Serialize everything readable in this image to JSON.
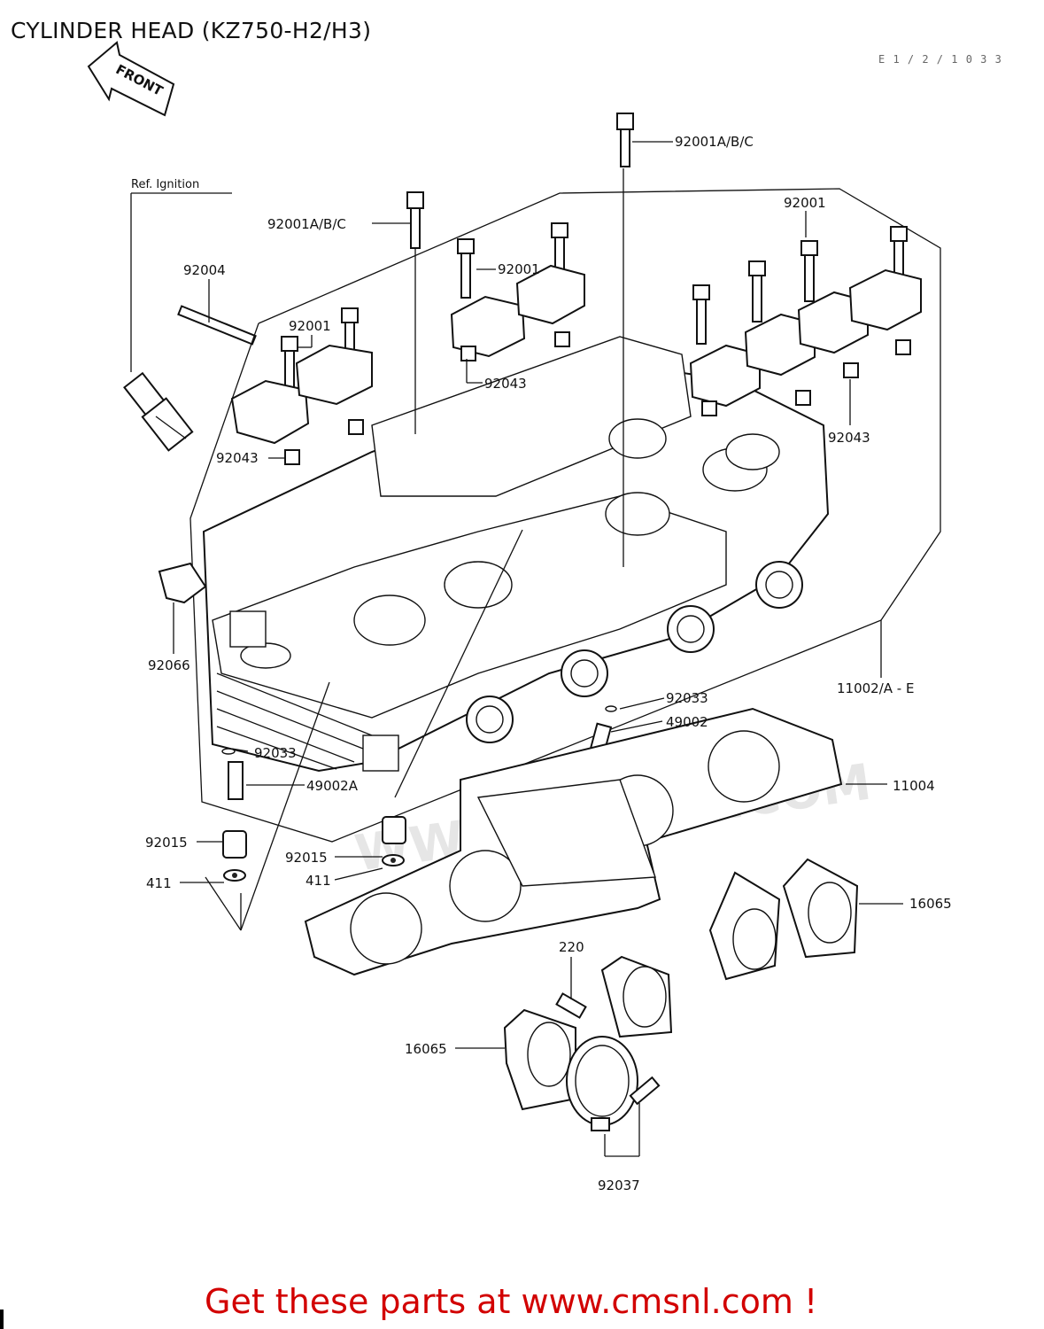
{
  "title": "CYLINDER HEAD (KZ750-H2/H3)",
  "figure_code": "E 1 / 2 / 1 0 3 3",
  "front_arrow_label": "FRONT",
  "ref_label": "Ref.  Ignition",
  "watermark": "WWW.CMSNL.COM",
  "footer_text": "Get these parts at www.cmsnl.com !",
  "colors": {
    "footer": "#d20000",
    "line": "#111111"
  },
  "callouts": {
    "c92001abc_top": "92001A/B/C",
    "c92001abc_left": "92001A/B/C",
    "c92001_right": "92001",
    "c92004": "92004",
    "c92001_mid": "92001",
    "c92001_left": "92001",
    "c92043_mid": "92043",
    "c92043_left": "92043",
    "c92043_right": "92043",
    "c92066": "92066",
    "c11002": "11002/A - E",
    "c92033_right": "92033",
    "c49002": "49002",
    "c92033_left": "92033",
    "c49002A": "49002A",
    "c11004": "11004",
    "c92015_left": "92015",
    "c92015_mid": "92015",
    "c411_left": "411",
    "c411_mid": "411",
    "c16065_right": "16065",
    "c220": "220",
    "c16065_left": "16065",
    "c92037": "92037"
  }
}
